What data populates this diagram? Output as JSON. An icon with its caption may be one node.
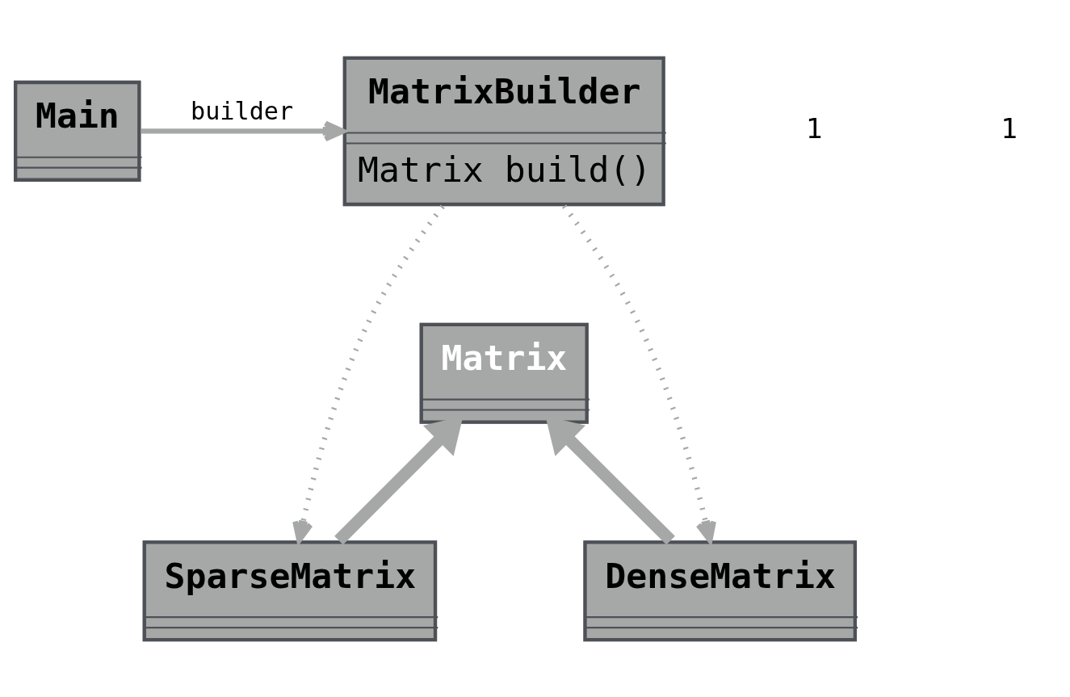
{
  "diagram": {
    "nodes": [
      {
        "text": [
          "Main"
        ]
      },
      {
        "text": [
          "MatrixBuilder",
          "Matrix build()"
        ]
      },
      {
        "text": [
          "Matrix"
        ]
      },
      {
        "text": [
          "SparseMatrix"
        ]
      },
      {
        "text": [
          "DenseMatrix"
        ]
      }
    ],
    "edges": [
      {
        "from": 0,
        "to": 1,
        "arrow": "to",
        "label": "builder"
      },
      {
        "from": 3,
        "to": 2,
        "arrow": "to",
        "style": "thick"
      },
      {
        "from": 4,
        "to": 2,
        "arrow": "to",
        "style": "thick"
      },
      {
        "from": 1,
        "to": 3,
        "arrow": "to",
        "style": "dashed"
      },
      {
        "from": 1,
        "to": 4,
        "arrow": "to",
        "style": "dashed"
      }
    ],
    "labels": [
      "1",
      "1"
    ]
  }
}
